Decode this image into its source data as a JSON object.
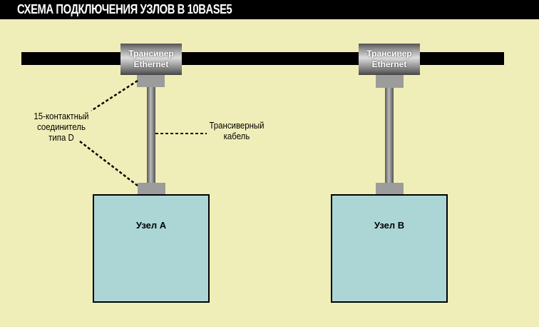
{
  "title": "СХЕМА ПОДКЛЮЧЕНИЯ УЗЛОВ В 10BASE5",
  "transceivers": [
    {
      "line1": "Трансивер",
      "line2": "Ethernet"
    },
    {
      "line1": "Трансивер",
      "line2": "Ethernet"
    }
  ],
  "nodes": [
    {
      "label": "Узел A"
    },
    {
      "label": "Узел B"
    }
  ],
  "annotations": {
    "connector": [
      "15-контактный",
      "соединитель",
      "типа D"
    ],
    "cable": [
      "Трансиверный",
      "кабель"
    ]
  },
  "colors": {
    "background": "#f0eeb8",
    "node_fill": "#acd6d6",
    "bus": "#000000"
  }
}
